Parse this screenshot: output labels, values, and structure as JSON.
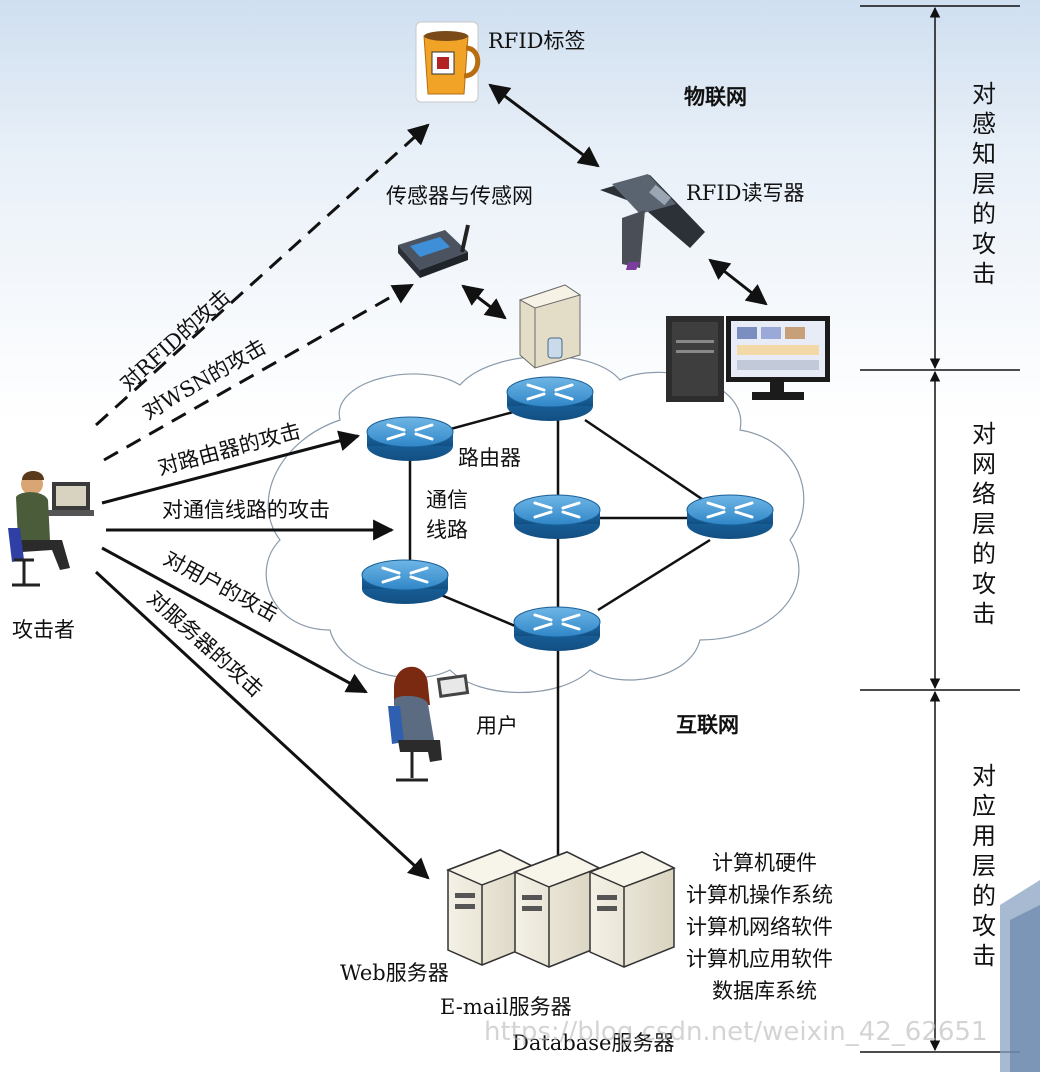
{
  "devices": {
    "rfid_tag": "RFID标签",
    "iot": "物联网",
    "sensor_network": "传感器与传感网",
    "rfid_reader": "RFID读写器",
    "router": "路由器",
    "comm_line_1": "通信",
    "comm_line_2": "线路",
    "user": "用户",
    "internet": "互联网",
    "attacker": "攻击者",
    "web_server": "Web服务器",
    "email_server": "E-mail服务器",
    "database_server": "Database服务器"
  },
  "attacks": {
    "rfid": "对RFID的攻击",
    "wsn": "对WSN的攻击",
    "router": "对路由器的攻击",
    "line": "对通信线路的攻击",
    "user": "对用户的攻击",
    "server": "对服务器的攻击"
  },
  "application_list": [
    "计算机硬件",
    "计算机操作系统",
    "计算机网络软件",
    "计算机应用软件",
    "数据库系统"
  ],
  "layers": {
    "perception": [
      "对",
      "感",
      "知",
      "层",
      "的",
      "攻",
      "击"
    ],
    "network": [
      "对",
      "网",
      "络",
      "层",
      "的",
      "攻",
      "击"
    ],
    "application": [
      "对",
      "应",
      "用",
      "层",
      "的",
      "攻",
      "击"
    ]
  },
  "watermark": "https://blog.csdn.net/weixin_42_62651"
}
